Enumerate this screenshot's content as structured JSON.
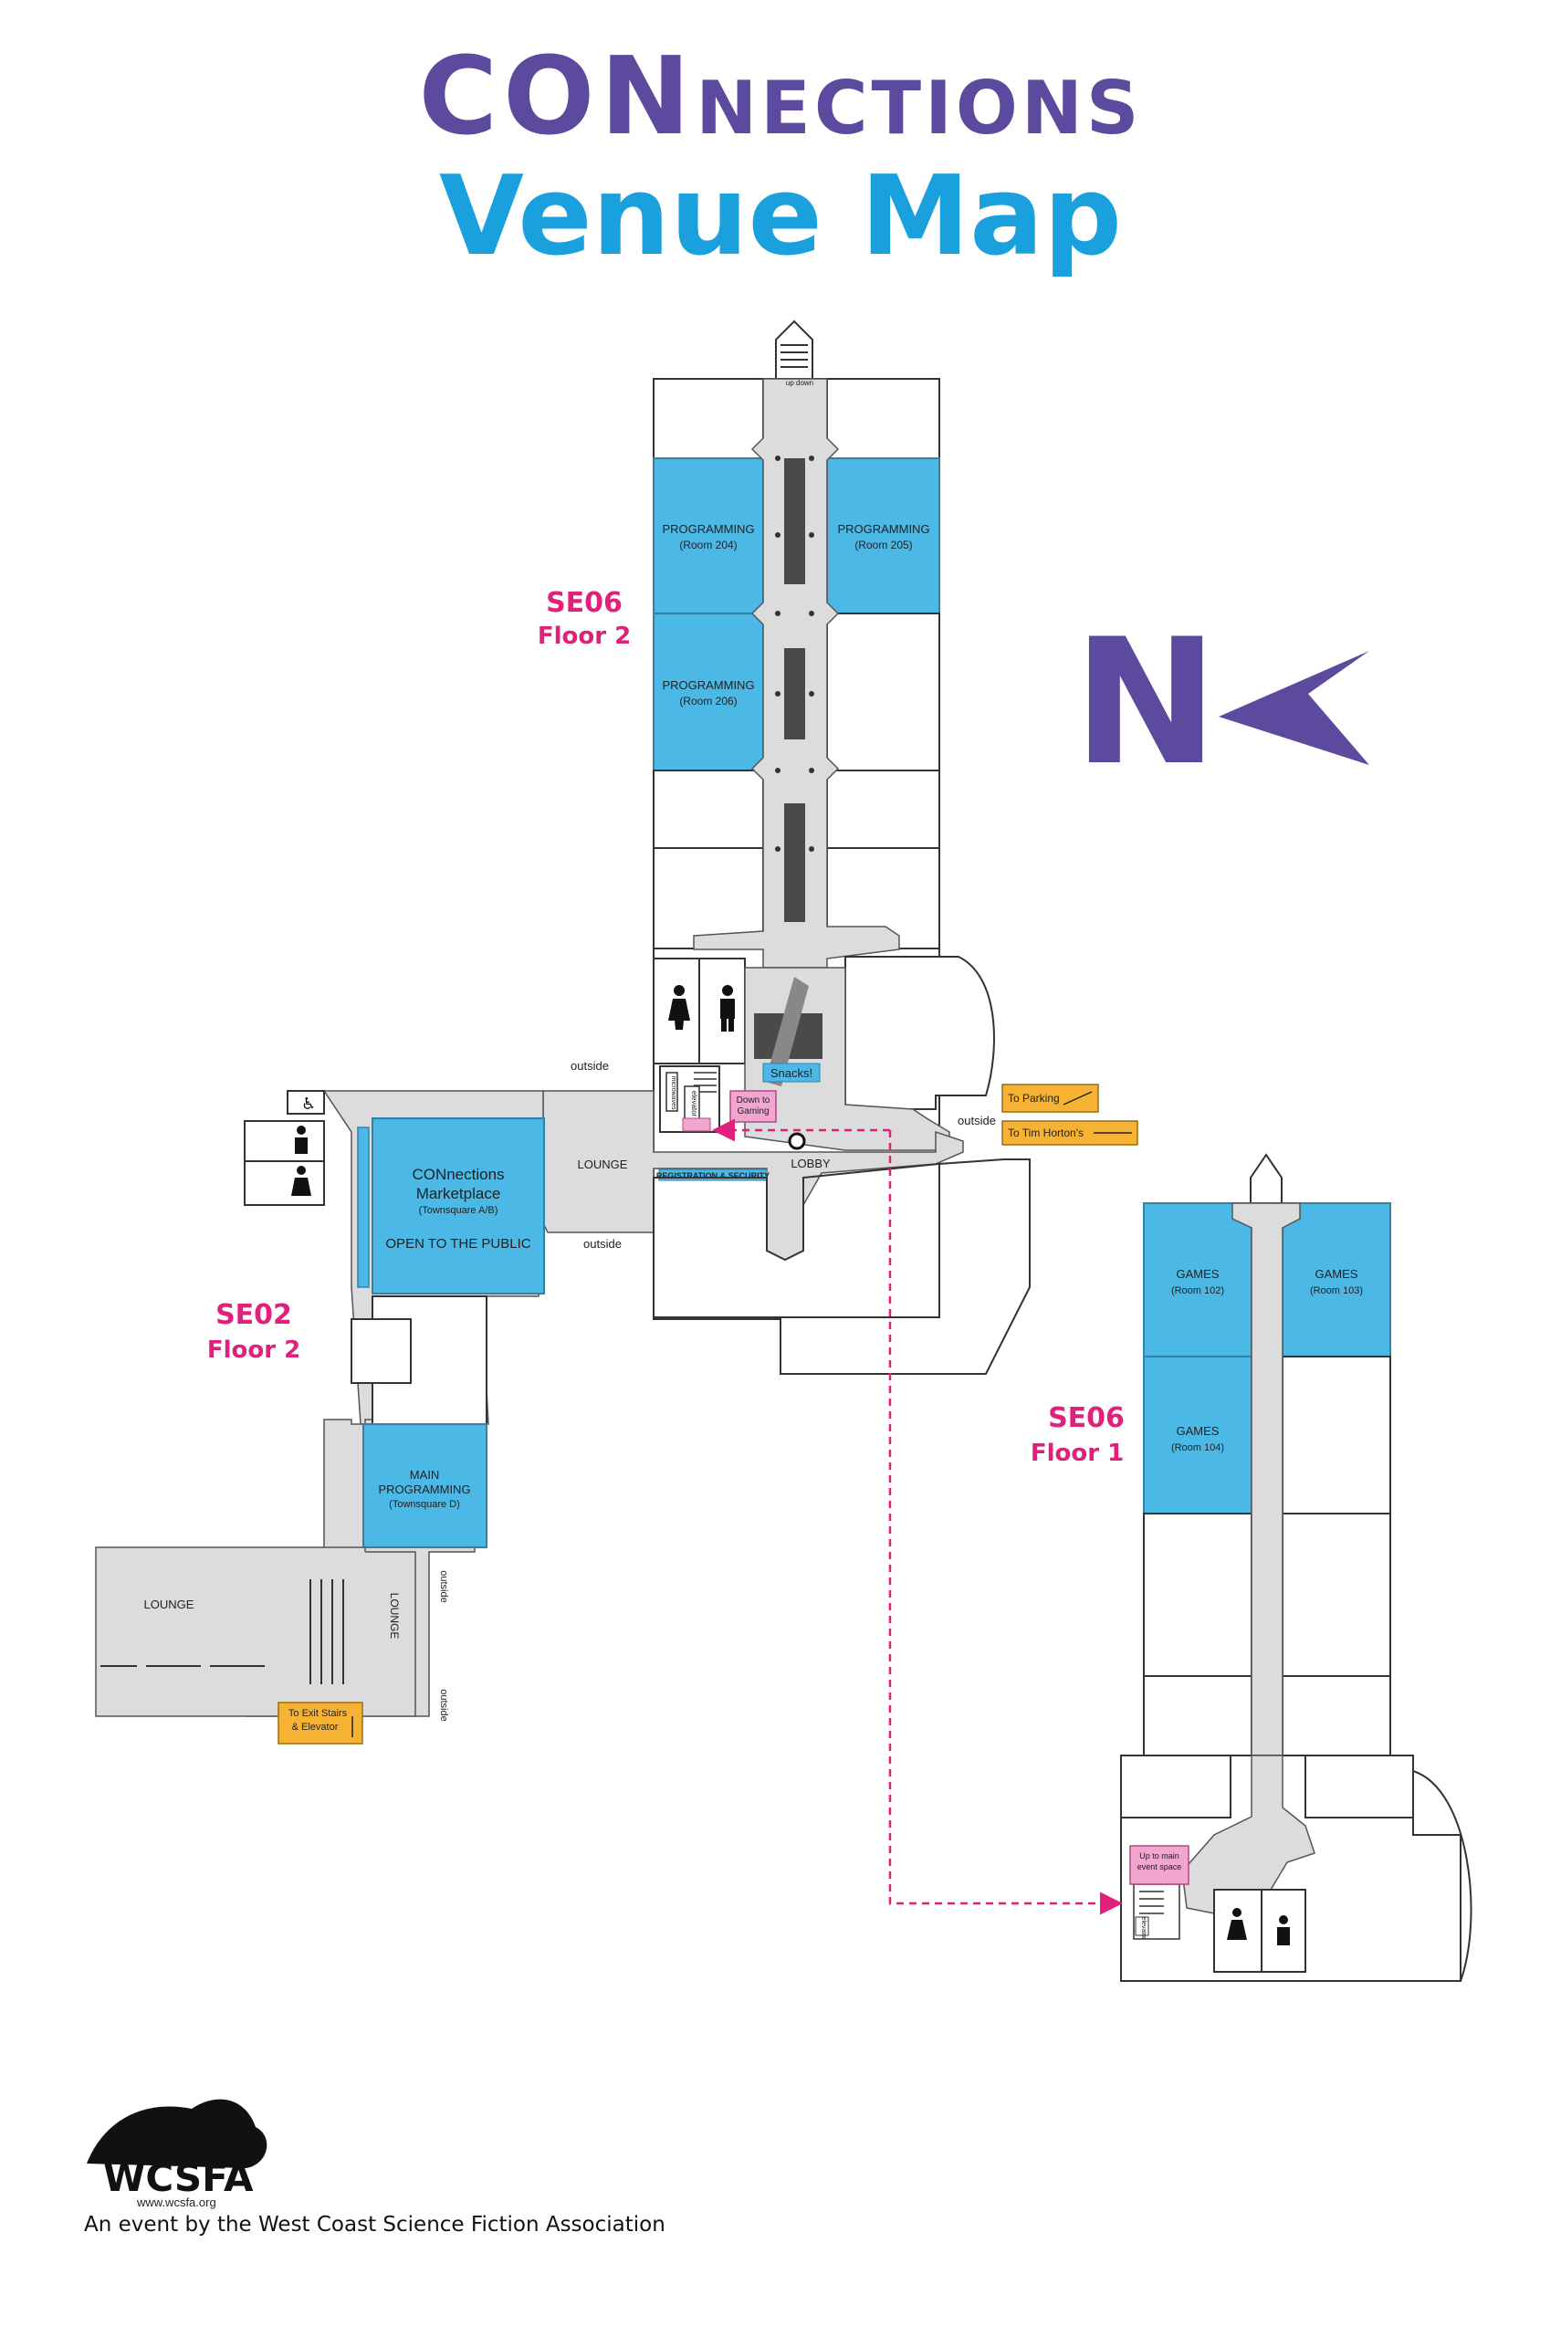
{
  "title": {
    "line1_big": "CON",
    "line1_small": "NECTIONS",
    "line2": "Venue Map"
  },
  "north": {
    "letter": "N"
  },
  "sections": {
    "se06_f2": {
      "code": "SE06",
      "floor": "Floor 2"
    },
    "se02_f2": {
      "code": "SE02",
      "floor": "Floor 2"
    },
    "se06_f1": {
      "code": "SE06",
      "floor": "Floor 1"
    }
  },
  "rooms": {
    "prog204": {
      "name": "PROGRAMMING",
      "sub": "(Room 204)"
    },
    "prog205": {
      "name": "PROGRAMMING",
      "sub": "(Room 205)"
    },
    "prog206": {
      "name": "PROGRAMMING",
      "sub": "(Room 206)"
    },
    "marketplace": {
      "name1": "CONnections",
      "name2": "Marketplace",
      "sub": "(Townsquare A/B)",
      "note": "OPEN TO THE PUBLIC"
    },
    "mainprog": {
      "name1": "MAIN",
      "name2": "PROGRAMMING",
      "sub": "(Townsquare D)"
    },
    "games102": {
      "name": "GAMES",
      "sub": "(Room 102)"
    },
    "games103": {
      "name": "GAMES",
      "sub": "(Room 103)"
    },
    "games104": {
      "name": "GAMES",
      "sub": "(Room 104)"
    },
    "regsec": "REGISTRATION & SECURITY",
    "snacks": "Snacks!"
  },
  "labels": {
    "lounge_main": "LOUNGE",
    "lobby": "LOBBY",
    "lounge_se02": "LOUNGE",
    "lounge_vertical": "LOUNGE",
    "outside": "outside",
    "updown": "up  down",
    "elevator": "elevator",
    "microwaves": "microwaves"
  },
  "signs": {
    "down_gaming": [
      "Down to",
      "Gaming"
    ],
    "to_parking": "To Parking",
    "to_tims": "To Tim Horton's",
    "to_exit": [
      "To Exit Stairs",
      "& Elevator"
    ],
    "up_main": [
      "Up to main",
      "event space"
    ]
  },
  "footer": {
    "url": "www.wcsfa.org",
    "logo_text": "WCSFA",
    "tagline": "An event by the West Coast Science Fiction Association"
  },
  "colors": {
    "room_blue": "#4cb8e6",
    "hall_gray": "#dcdcdc",
    "accent_pink": "#e0207a",
    "sign_pink": "#f0a6cf",
    "sign_orange": "#f6b333",
    "title_purple": "#5c4a9f",
    "title_blue": "#1aa0dc"
  }
}
